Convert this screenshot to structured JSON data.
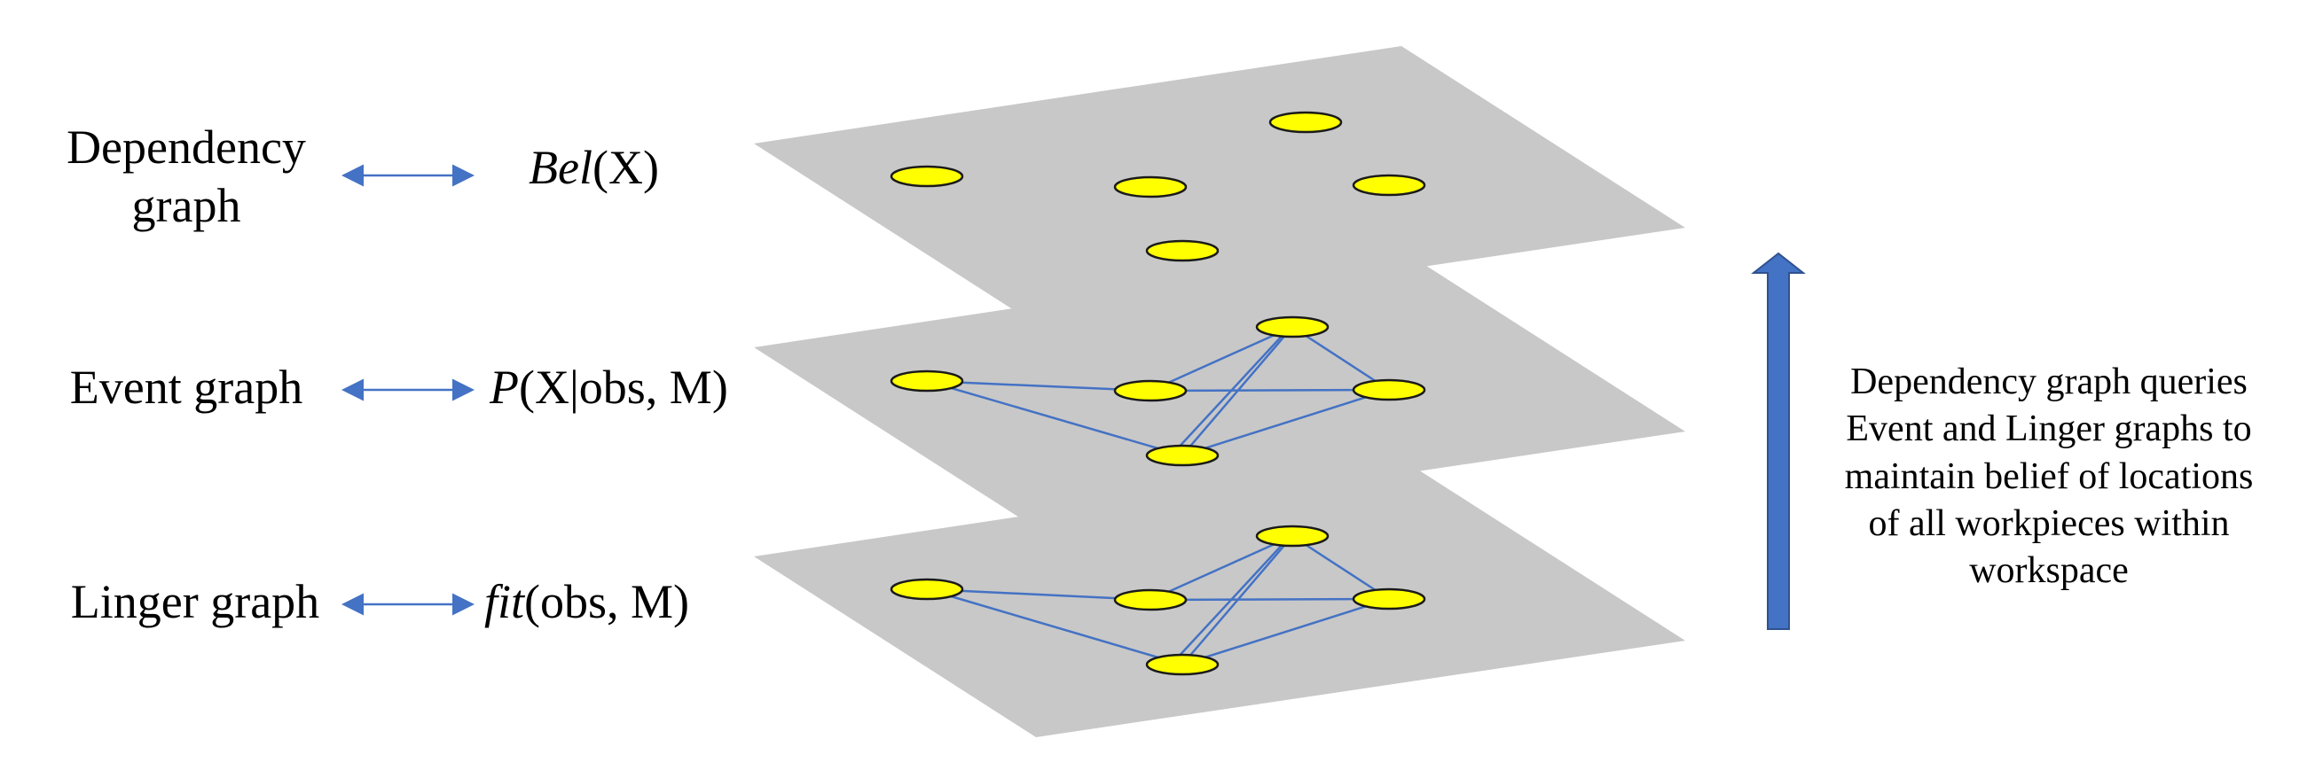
{
  "layers": [
    {
      "name": "dependency",
      "name_lines": [
        "Dependency",
        "graph"
      ],
      "expr_italic": "Bel",
      "expr_rest": "(X)"
    },
    {
      "name": "event",
      "name_lines": [
        "Event graph"
      ],
      "expr_italic": "P",
      "expr_rest": "(X|obs, M)"
    },
    {
      "name": "linger",
      "name_lines": [
        "Linger graph"
      ],
      "expr_italic": "fit",
      "expr_rest": "(obs, M)"
    }
  ],
  "description_lines": [
    "Dependency graph queries",
    "Event and Linger graphs to",
    "maintain belief of locations",
    "of all workpieces within",
    "workspace"
  ],
  "colors": {
    "plane": "#c8c8c8",
    "node_fill": "#ffff00",
    "node_stroke": "#1a1a1a",
    "edge": "#4472c4",
    "arrow": "#4472c4",
    "arrow_stroke": "#2f528f"
  }
}
